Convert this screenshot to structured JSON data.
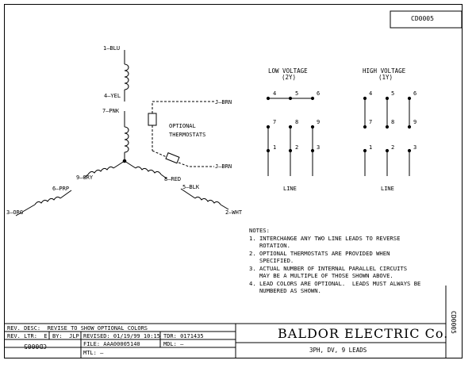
{
  "drawing_number": "CD0005",
  "leads": {
    "l1": "1—BLU",
    "l4": "4—YEL",
    "l7": "7—PNK",
    "l9": "9—GRY",
    "l6": "6—PRP",
    "l3": "3—ORG",
    "l8": "8—RED",
    "l5": "5—BLK",
    "l2": "2—WHT",
    "jbrn1": "J—BRN",
    "jbrn2": "J—BRN"
  },
  "thermostat_label": [
    "OPTIONAL",
    "THERMOSTATS"
  ],
  "low_voltage": {
    "title": "LOW VOLTAGE",
    "sub": "(2Y)",
    "line": "LINE",
    "row1": [
      "4",
      "5",
      "6"
    ],
    "row2": [
      "7",
      "8",
      "9"
    ],
    "row3": [
      "1",
      "2",
      "3"
    ]
  },
  "high_voltage": {
    "title": "HIGH VOLTAGE",
    "sub": "(1Y)",
    "line": "LINE",
    "row1": [
      "4",
      "5",
      "6"
    ],
    "row2": [
      "7",
      "8",
      "9"
    ],
    "row3": [
      "1",
      "2",
      "3"
    ]
  },
  "notes": {
    "heading": "NOTES:",
    "items": [
      "1. INTERCHANGE ANY TWO LINE LEADS TO REVERSE\n   ROTATION.",
      "2. OPTIONAL THERMOSTATS ARE PROVIDED WHEN\n   SPECIFIED.",
      "3. ACTUAL NUMBER OF INTERNAL PARALLEL CIRCUITS\n   MAY BE A MULTIPLE OF THOSE SHOWN ABOVE.",
      "4. LEAD COLORS ARE OPTIONAL.  LEADS MUST ALWAYS BE\n   NUMBERED AS SHOWN."
    ]
  },
  "title_block": {
    "rev_desc": "REV. DESC:  REVISE TO SHOW OPTIONAL COLORS",
    "rev_ltr": "REV. LTR:  E",
    "by": "BY:  JLP",
    "revised": "REVISED: 01/19/99 10:15",
    "tdr": "TDR: 0171435",
    "file": "FILE: AAA00005140",
    "mdl": "MDL: —",
    "mtl": "MTL: —",
    "company": "BALDOR ELECTRIC Co.",
    "description": "3PH, DV, 9 LEADS"
  }
}
